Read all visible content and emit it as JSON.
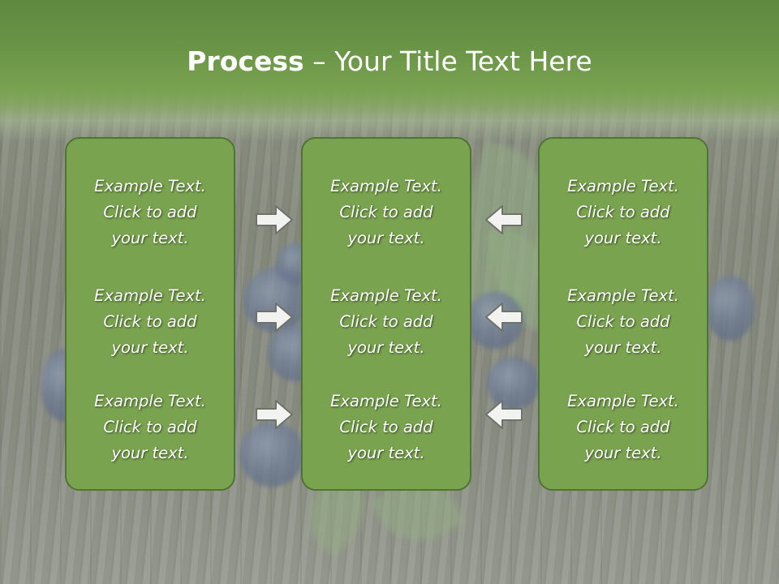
{
  "title": {
    "bold": "Process",
    "rest": " – Your Title Text Here"
  },
  "columns": [
    {
      "items": [
        {
          "line1": "Example Text.",
          "line2": "Click  to add",
          "line3": "your text."
        },
        {
          "line1": "Example Text.",
          "line2": "Click  to add",
          "line3": "your text."
        },
        {
          "line1": "Example Text.",
          "line2": "Click  to add",
          "line3": "your text."
        }
      ]
    },
    {
      "items": [
        {
          "line1": "Example Text.",
          "line2": "Click  to add",
          "line3": "your text."
        },
        {
          "line1": "Example Text.",
          "line2": "Click  to add",
          "line3": "your text."
        },
        {
          "line1": "Example Text.",
          "line2": "Click  to add",
          "line3": "your text."
        }
      ]
    },
    {
      "items": [
        {
          "line1": "Example Text.",
          "line2": "Click  to add",
          "line3": "your text."
        },
        {
          "line1": "Example Text.",
          "line2": "Click  to add",
          "line3": "your text."
        },
        {
          "line1": "Example Text.",
          "line2": "Click  to add",
          "line3": "your text."
        }
      ]
    }
  ],
  "arrows": [
    {
      "icon": "arrow-right-icon",
      "direction": "right"
    },
    {
      "icon": "arrow-right-icon",
      "direction": "right"
    },
    {
      "icon": "arrow-right-icon",
      "direction": "right"
    },
    {
      "icon": "arrow-left-icon",
      "direction": "left"
    },
    {
      "icon": "arrow-left-icon",
      "direction": "left"
    },
    {
      "icon": "arrow-left-icon",
      "direction": "left"
    }
  ],
  "colors": {
    "header": "#6a9547",
    "box_fill": "#7aa34f",
    "box_border": "#4f7433",
    "text": "#ffffff"
  }
}
